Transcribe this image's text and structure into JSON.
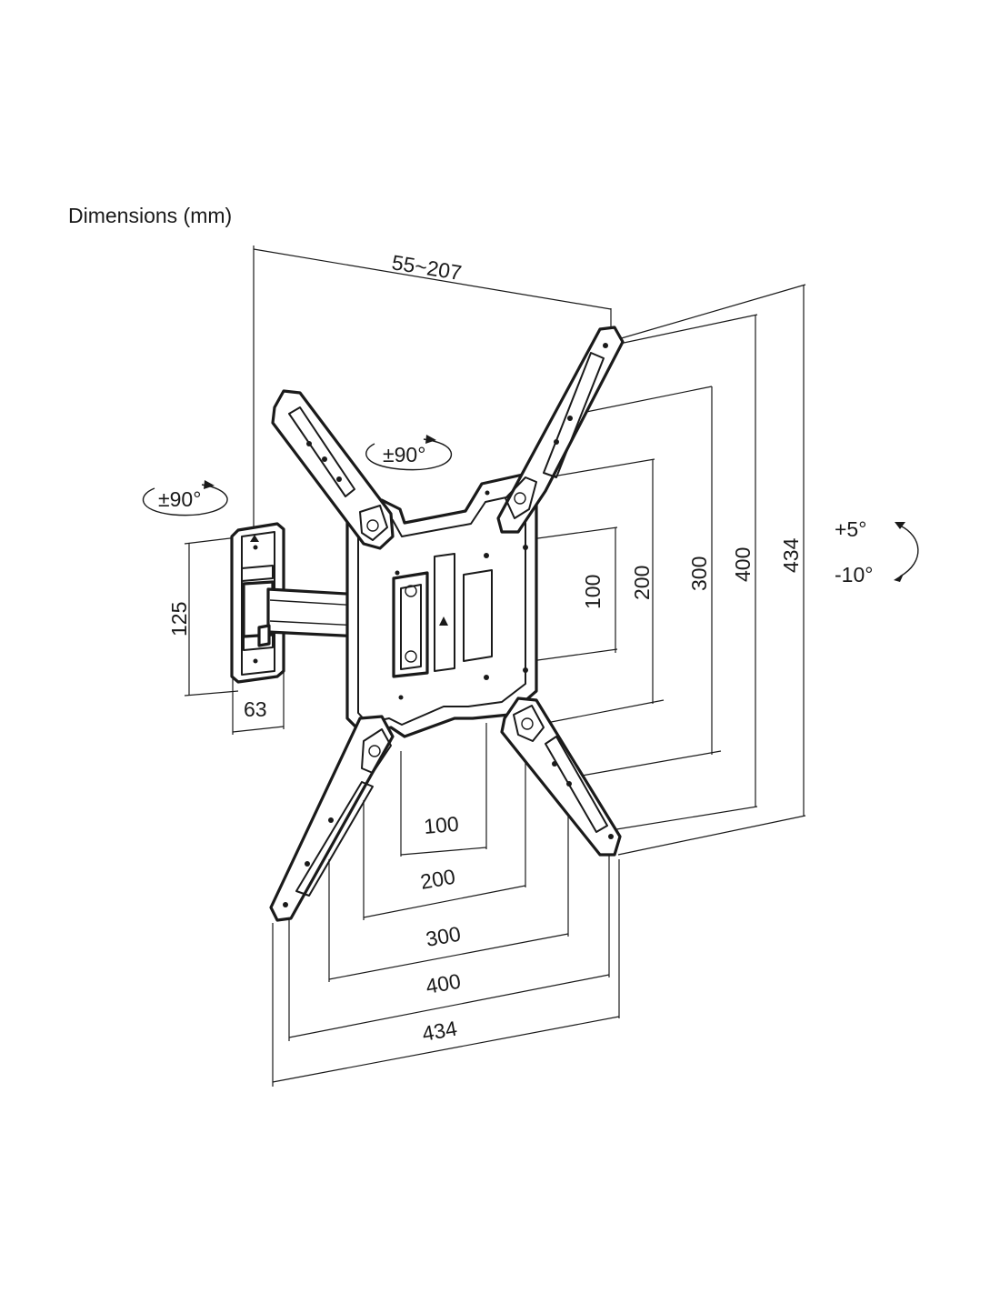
{
  "title": "Dimensions (mm)",
  "dimensions": {
    "arm_extension": "55~207",
    "wall_plate_height": "125",
    "wall_plate_width": "63",
    "vesa_h": [
      "100",
      "200",
      "300",
      "400",
      "434"
    ],
    "vesa_v": [
      "100",
      "200",
      "300",
      "400",
      "434"
    ]
  },
  "rotation": {
    "wall_swivel": "±90°",
    "plate_rotation": "±90°",
    "tilt_up": "+5°",
    "tilt_down": "-10°"
  },
  "icons": [
    "rotation-arrow-icon",
    "tilt-arrow-icon",
    "up-arrow-icon"
  ]
}
